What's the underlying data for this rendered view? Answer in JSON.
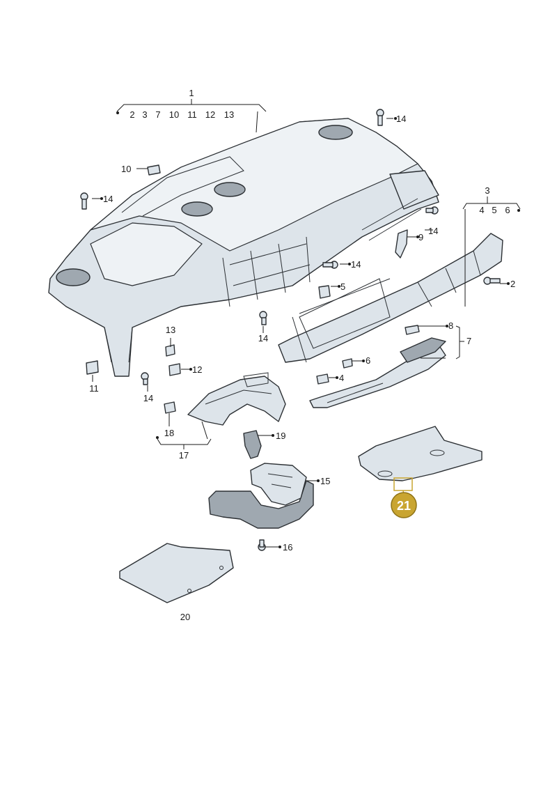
{
  "callouts": {
    "c1": "1",
    "c1_group": [
      "2",
      "3",
      "7",
      "10",
      "11",
      "12",
      "13"
    ],
    "c3": "3",
    "c3_group": [
      "4",
      "5",
      "6"
    ],
    "c2": "2",
    "c4": "4",
    "c5": "5",
    "c6": "6",
    "c7": "7",
    "c8": "8",
    "c9": "9",
    "c10": "10",
    "c11": "11",
    "c12": "12",
    "c13": "13",
    "c14": "14",
    "c15": "15",
    "c16": "16",
    "c17": "17",
    "c18": "18",
    "c19": "19",
    "c20": "20",
    "c21": "21"
  },
  "colors": {
    "highlight": "#c9a531",
    "part_fill": "#dde4ea",
    "line": "#2b2f33"
  }
}
